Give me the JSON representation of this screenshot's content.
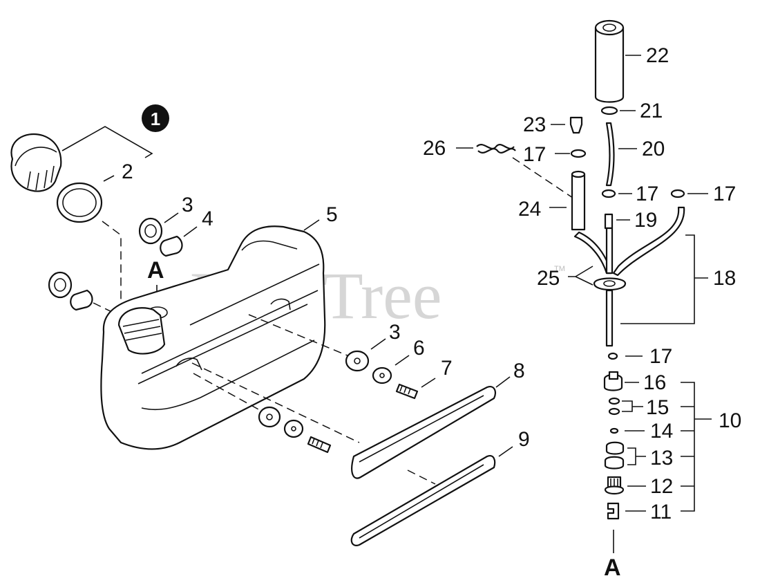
{
  "watermark": {
    "text": "PartsTree",
    "tm": "TM"
  },
  "callouts": {
    "p1": "1",
    "p2": "2",
    "p3a": "3",
    "p3b": "3",
    "p4": "4",
    "p5": "5",
    "p6": "6",
    "p7": "7",
    "p8": "8",
    "p9": "9",
    "p10": "10",
    "p11": "11",
    "p12": "12",
    "p13": "13",
    "p14": "14",
    "p15": "15",
    "p16": "16",
    "p17a": "17",
    "p17b": "17",
    "p17c": "17",
    "p17d": "17",
    "p18": "18",
    "p19": "19",
    "p20": "20",
    "p21": "21",
    "p22": "22",
    "p23": "23",
    "p24": "24",
    "p25": "25",
    "p26": "26",
    "refA_tank": "A",
    "refA_line": "A"
  }
}
